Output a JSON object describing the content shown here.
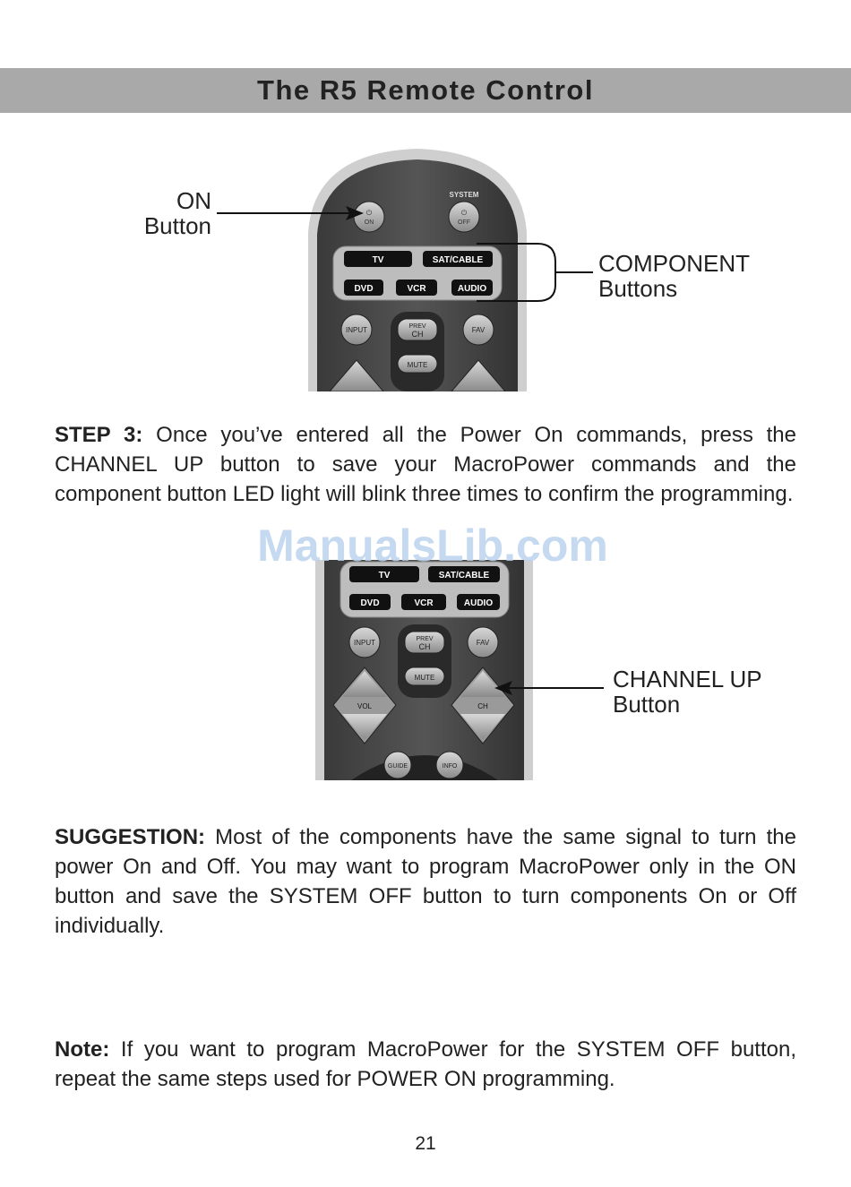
{
  "header": {
    "title": "The R5 Remote Control"
  },
  "figure1": {
    "callout_on_line1": "ON",
    "callout_on_line2": "Button",
    "callout_component_line1": "COMPONENT",
    "callout_component_line2": "Buttons",
    "remote_labels": {
      "system": "SYSTEM",
      "on": "ON",
      "off": "OFF",
      "tv": "TV",
      "sat_cable": "SAT/CABLE",
      "dvd": "DVD",
      "vcr": "VCR",
      "audio": "AUDIO",
      "input": "INPUT",
      "prev": "PREV",
      "ch": "CH",
      "fav": "FAV",
      "mute": "MUTE"
    }
  },
  "step3": {
    "label": "STEP 3:",
    "text": " Once you’ve entered all the Power On commands, press the CHANNEL UP button to save your MacroPower commands and the component button LED light will blink three times to confirm the programming."
  },
  "watermark": "ManualsLib.com",
  "figure2": {
    "callout_chup_line1": "CHANNEL UP",
    "callout_chup_line2": "Button",
    "remote_labels": {
      "tv": "TV",
      "sat_cable": "SAT/CABLE",
      "dvd": "DVD",
      "vcr": "VCR",
      "audio": "AUDIO",
      "input": "INPUT",
      "prev": "PREV",
      "ch": "CH",
      "fav": "FAV",
      "mute": "MUTE",
      "vol": "VOL",
      "guide": "GUIDE",
      "info": "INFO"
    }
  },
  "suggestion": {
    "label": "SUGGESTION:",
    "text": " Most of the components have the same signal to turn the power On and Off. You may want to program MacroPower only in the ON button and save the SYSTEM OFF button to turn components On or Off individually."
  },
  "note": {
    "label": "Note:",
    "text": " If you want to program MacroPower for the SYSTEM OFF button, repeat the same steps used for POWER ON programming."
  },
  "page_number": "21"
}
